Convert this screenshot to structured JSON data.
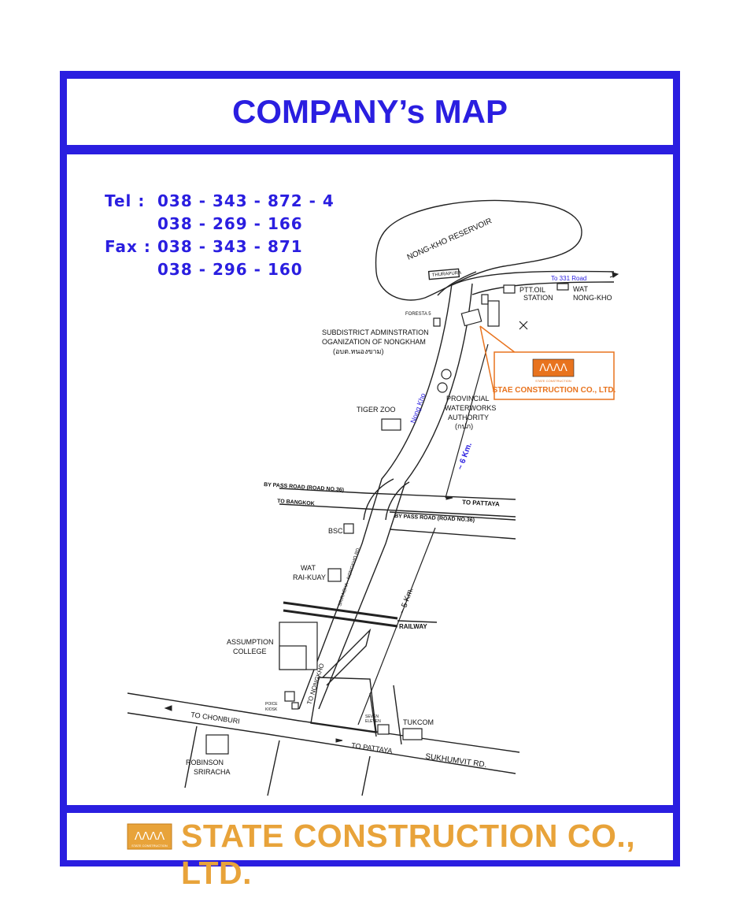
{
  "title": "COMPANY’s MAP",
  "contact": {
    "tel_label": "Tel  :",
    "tel_1": "038 - 343 - 872 - 4",
    "tel_2": "038 - 269 - 166",
    "fax_label": "Fax :",
    "fax_1": "038 - 343 - 871",
    "fax_2": "038 - 296 - 160"
  },
  "map": {
    "reservoir": "NONG-KHO RESERVOIR",
    "thurapura": "THURAPURA",
    "to_331": "To 331 Road",
    "ptt": [
      "PTT.OIL",
      "STATION"
    ],
    "wat_nongkho": [
      "WAT",
      "NONG-KHO"
    ],
    "foresta": "FORESTA 5",
    "subdistrict": [
      "SUBDISTRICT ADMINSTRATION",
      "OGANIZATION OF NONGKHAM",
      "(อบต.หนองขาม)"
    ],
    "company_callout": "STAE CONSTRUCTION CO., LTD.",
    "logo_caption": "STATE CONSTRUCTION",
    "nong_kho": "Nong Kho",
    "waterworks": [
      "PROVINCIAL",
      "WATERWORKS",
      "AUTHORITY",
      "(กปภ)"
    ],
    "tiger_zoo": "TIGER ZOO",
    "dist_6": "~ 6 Km.",
    "bypass_top": "BY PASS ROAD (ROAD NO.36)",
    "to_bangkok": "TO BANGKOK",
    "to_pattaya_1": "TO PATTAYA",
    "bypass_bottom": "BY PASS ROAD (ROAD NO.36)",
    "bsc": "BSC",
    "sriracha_road": "SRIRACHA - NONGKHO RD.",
    "wat_raikuay": [
      "WAT",
      "RAI-KUAY"
    ],
    "dist_5": "~ 5 Km.",
    "railway": "RAILWAY",
    "assumption": [
      "ASSUMPTION",
      "COLLEGE"
    ],
    "to_nongkho": "TO NONGKHO",
    "police": [
      "POICE",
      "KIOSK"
    ],
    "seven_eleven": [
      "SEVEN",
      "ELEVEN"
    ],
    "tukcom": "TUKCOM",
    "to_chonburi": "TO CHONBURI",
    "to_pattaya_2": "TO PATTAYA",
    "sukhumvit": "SUKHUMVIT RD.",
    "robinson": [
      "ROBINSON",
      "SRIRACHA"
    ]
  },
  "footer": {
    "company": "STATE CONSTRUCTION CO., LTD.",
    "logo_caption": "STATE CONSTRUCTION"
  },
  "colors": {
    "frame": "#2a1ee0",
    "company_orange": "#e8a33a",
    "callout_orange": "#e8731e",
    "road_label_blue": "#2a1ee0"
  }
}
